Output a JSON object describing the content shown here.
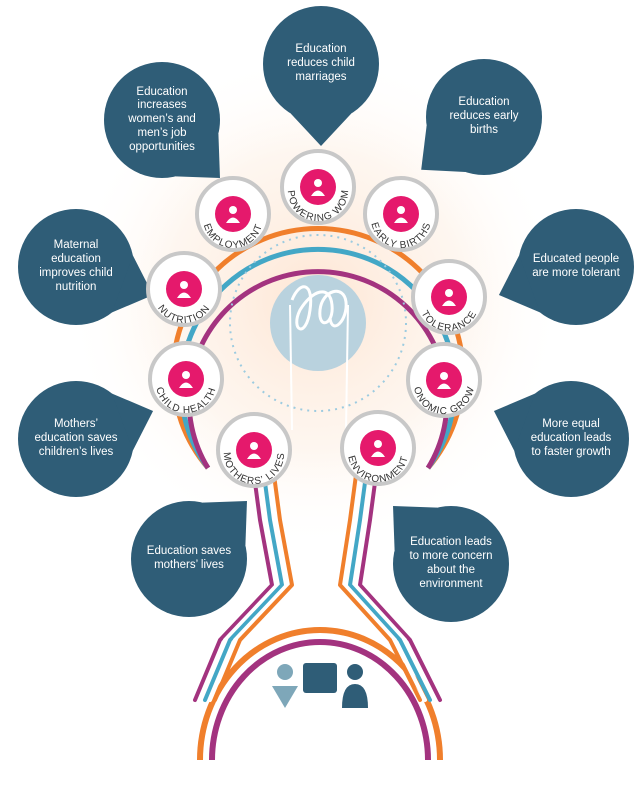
{
  "colors": {
    "bubble": "#2f5d77",
    "pink": "#e5196c",
    "purple": "#a3337f",
    "orange": "#f07f2c",
    "teal": "#43a7c6",
    "ring_gray": "#c8c8c8",
    "logo_circle": "#b9d2de"
  },
  "bubbles": {
    "child_marriages": "Education reduces child marriages",
    "early_births": "Education reduces early births",
    "job_opportunities": "Education increases women’s and men’s job opportunities",
    "child_nutrition": "Maternal education improves child nutrition",
    "tolerant": "Educated people are more tolerant",
    "childrens_lives": "Mothers’ education saves children’s lives",
    "faster_growth": "More equal education leads to faster growth",
    "mothers_lives": "Education saves mothers’ lives",
    "environment": "Education leads to more concern about the environment"
  },
  "nodes": {
    "empowering_women": {
      "label": "EMPOWERING WOMEN",
      "icon": "women-icon"
    },
    "employment": {
      "label": "EMPLOYMENT",
      "icon": "factory-icon"
    },
    "early_births": {
      "label": "EARLY BIRTHS",
      "icon": "baby-carriage-icon"
    },
    "nutrition": {
      "label": "NUTRITION",
      "icon": "apple-icon"
    },
    "tolerance": {
      "label": "TOLERANCE",
      "icon": "houses-heart-icon"
    },
    "child_health": {
      "label": "CHILD HEALTH",
      "icon": "child-icon"
    },
    "economic_growth": {
      "label": "ECONOMIC GROWTH",
      "icon": "money-growth-icon"
    },
    "mothers_lives": {
      "label": "MOTHERS’ LIVES",
      "icon": "pregnant-mother-icon"
    },
    "environment": {
      "label": "ENVIRONMENT",
      "icon": "globe-icon"
    }
  },
  "icons": {
    "center": "education-logo-icon",
    "bottom": "teacher-students-icon"
  }
}
